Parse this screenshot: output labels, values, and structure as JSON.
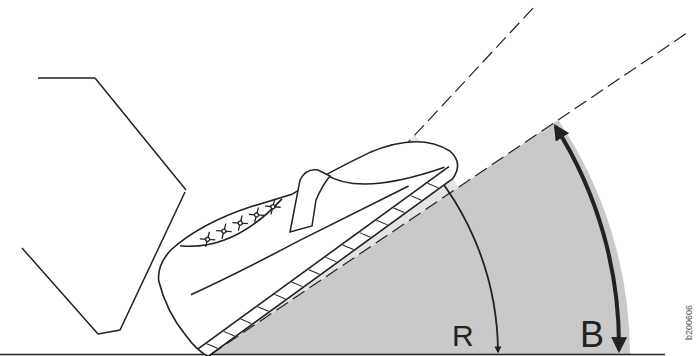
{
  "diagram": {
    "labels": [
      "R",
      "B",
      "b200606"
    ]
  }
}
